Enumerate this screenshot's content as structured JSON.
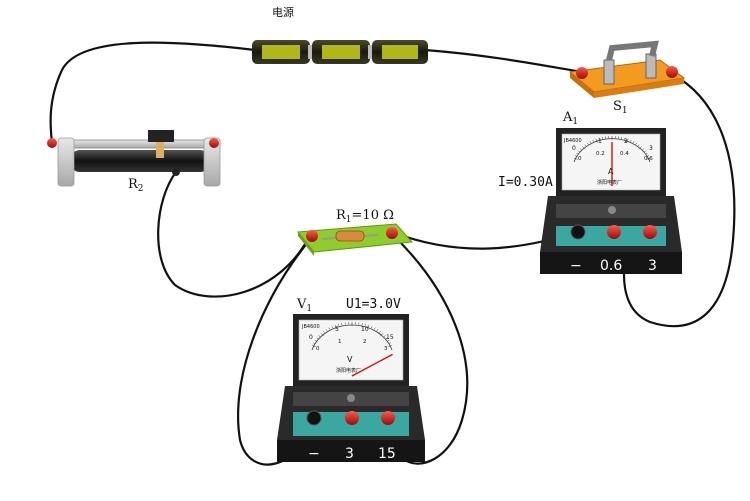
{
  "labels": {
    "power_source": "电源",
    "switch": "S",
    "switch_sub": "1",
    "ammeter": "A",
    "ammeter_sub": "1",
    "current_reading": "I=0.30A",
    "rheostat": "R",
    "rheostat_sub": "2",
    "resistor": "R",
    "resistor_sub": "1",
    "resistor_value": "=10 Ω",
    "voltmeter": "V",
    "voltmeter_sub": "1",
    "voltage_reading": "U1=3.0V"
  },
  "ammeter": {
    "scale_top": [
      "0",
      "1",
      "2",
      "3"
    ],
    "scale_bottom": [
      "0",
      "0.2",
      "0.4",
      "0.6"
    ],
    "unit": "A",
    "maker": "JB4600",
    "brand": "浙阳电表厂",
    "terminals": [
      "−",
      "0.6",
      "3"
    ],
    "needle_fraction": 0.5
  },
  "voltmeter": {
    "scale_top": [
      "0",
      "5",
      "10",
      "15"
    ],
    "scale_bottom": [
      "0",
      "1",
      "2",
      "3"
    ],
    "unit": "V",
    "maker": "JB4600",
    "brand": "浙阳电表厂",
    "terminals": [
      "−",
      "3",
      "15"
    ],
    "needle_fraction": 0.93
  },
  "colors": {
    "wire": "#111111",
    "terminal_red": "#d01010",
    "meter_base": "#151515",
    "meter_face": "#f5f5f5",
    "meter_panel": "#3aa7a0",
    "board_green": "#8fce2a",
    "switch_base": "#f39a20"
  }
}
